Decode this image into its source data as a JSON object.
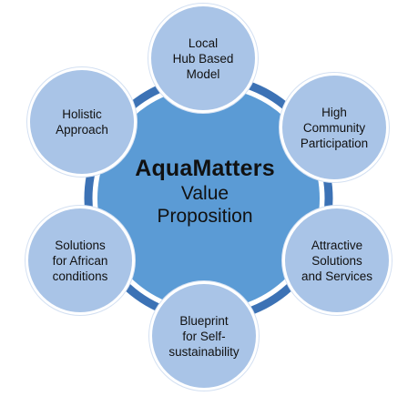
{
  "colors": {
    "hub_fill": "#5b9bd5",
    "ring_color": "#3c72b5",
    "node_fill": "#a9c4e7",
    "node_border": "#ffffff",
    "text": "#111111"
  },
  "center": {
    "title": "AquaMatters",
    "subtitle": "Value\nProposition"
  },
  "nodes": [
    {
      "label": "Local\nHub Based\nModel"
    },
    {
      "label": "High\nCommunity\nParticipation"
    },
    {
      "label": "Attractive\nSolutions\nand Services"
    },
    {
      "label": "Blueprint\nfor Self-\nsustainability"
    },
    {
      "label": "Solutions\nfor African\nconditions"
    },
    {
      "label": "Holistic\nApproach"
    }
  ]
}
